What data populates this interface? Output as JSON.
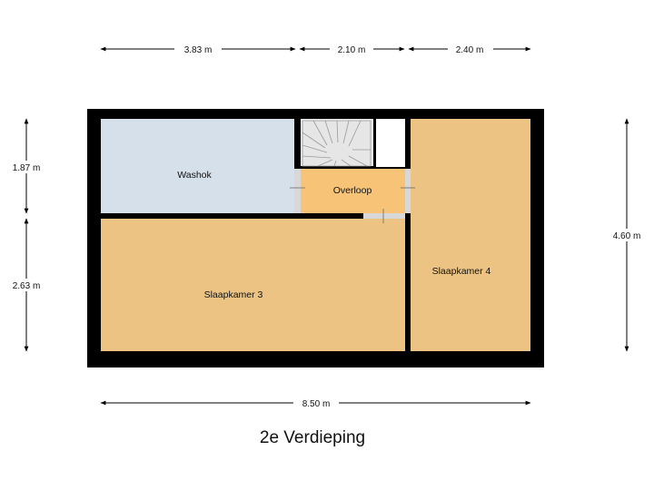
{
  "colors": {
    "wall": "#000000",
    "washok": "#d5e0ea",
    "bedroom": "#ecc383",
    "overloop": "#f6c377",
    "stairs": "#e4e4e4",
    "dimension_line": "#000000"
  },
  "dimensions": {
    "top": [
      "3.83 m",
      "2.10 m",
      "2.40 m"
    ],
    "bottom": "8.50 m",
    "left": [
      "1.87 m",
      "2.63 m"
    ],
    "right": "4.60 m"
  },
  "rooms": {
    "washok": "Washok",
    "overloop": "Overloop",
    "slaapkamer3": "Slaapkamer 3",
    "slaapkamer4": "Slaapkamer 4"
  },
  "title": "2e Verdieping"
}
